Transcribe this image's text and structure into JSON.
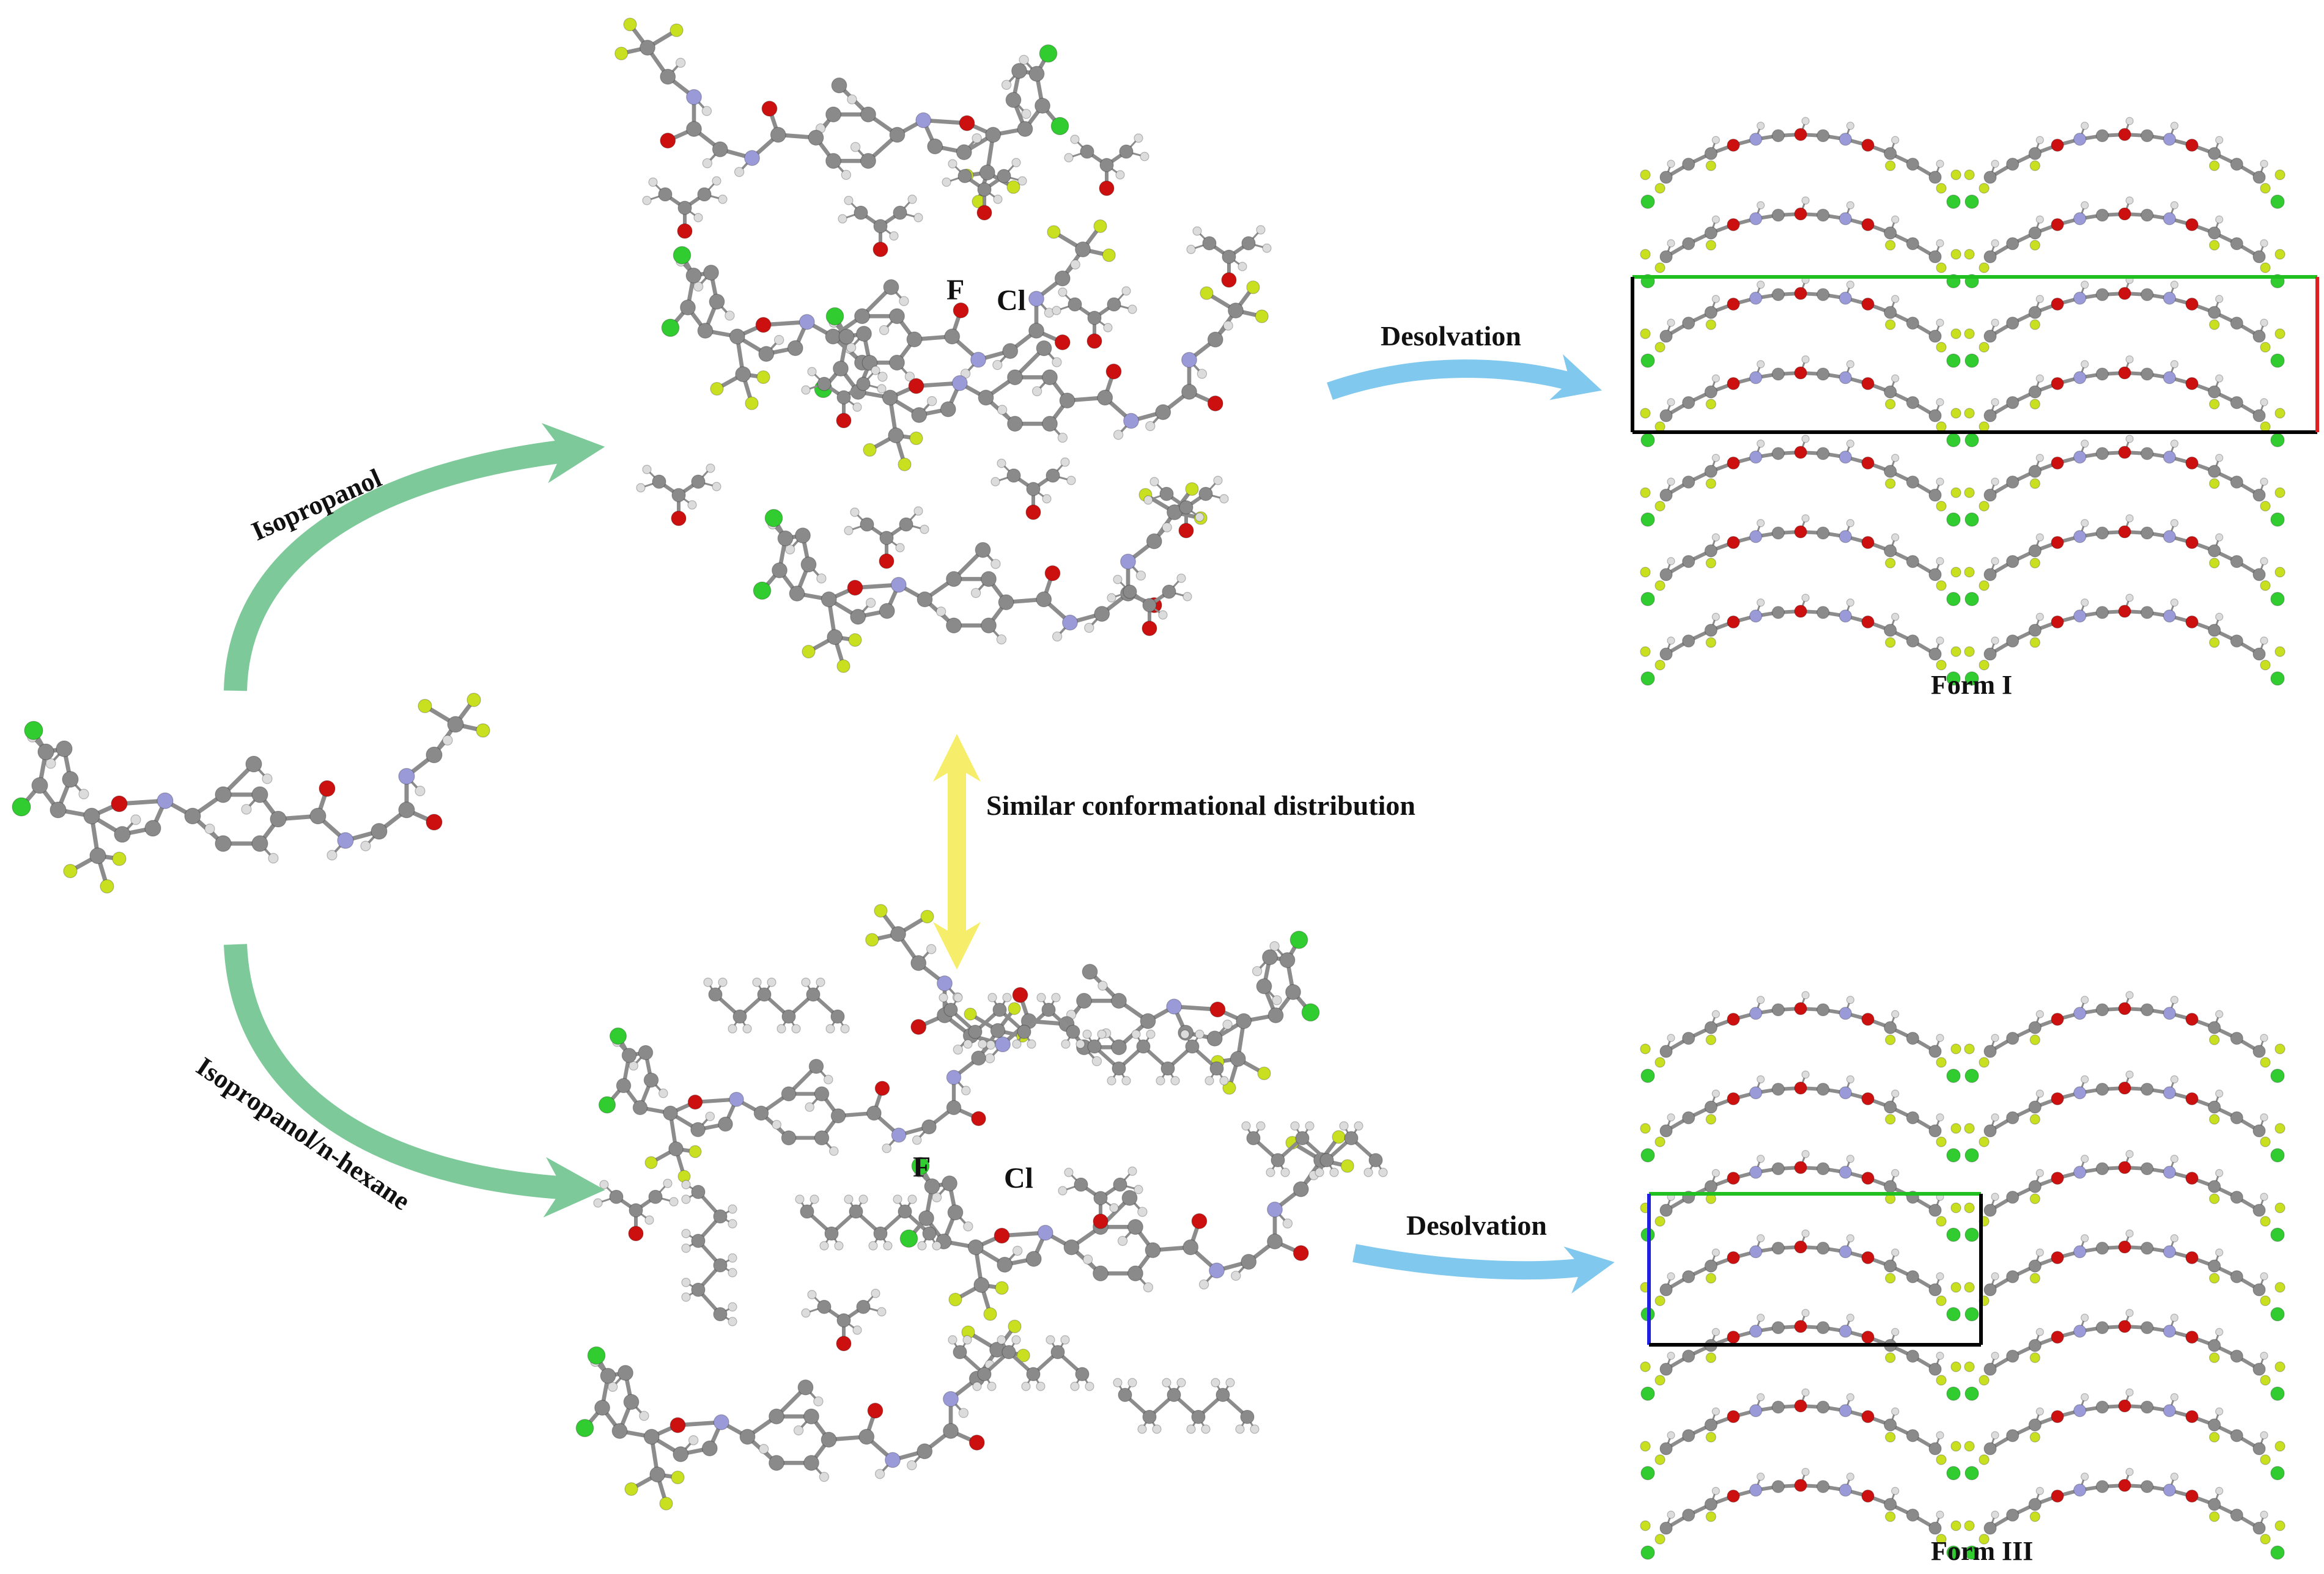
{
  "labels": {
    "isopropanol": "Isopropanol",
    "isopropanol_hexane": "Isopropanol/n-hexane",
    "similar": "Similar conformational distribution",
    "desolvation_top": "Desolvation",
    "desolvation_bottom": "Desolvation",
    "form_1": "Form I",
    "form_3": "Form III",
    "atom_f_top": "F",
    "atom_cl_top": "Cl",
    "atom_f_bottom": "F",
    "atom_cl_bottom": "Cl"
  },
  "colors": {
    "carbon": "#8a8a8a",
    "hydrogen": "#dcdcdc",
    "oxygen": "#cc1010",
    "nitrogen": "#9a9ad8",
    "fluorine": "#c8e020",
    "chlorine": "#30cc30",
    "arrow_green": "#7ec99a",
    "arrow_blue": "#80c8ee",
    "arrow_yellow": "#f6ee6a",
    "cell_green": "#20c020",
    "cell_red": "#e02020",
    "cell_blue": "#2020e0",
    "cell_black": "#000000"
  }
}
